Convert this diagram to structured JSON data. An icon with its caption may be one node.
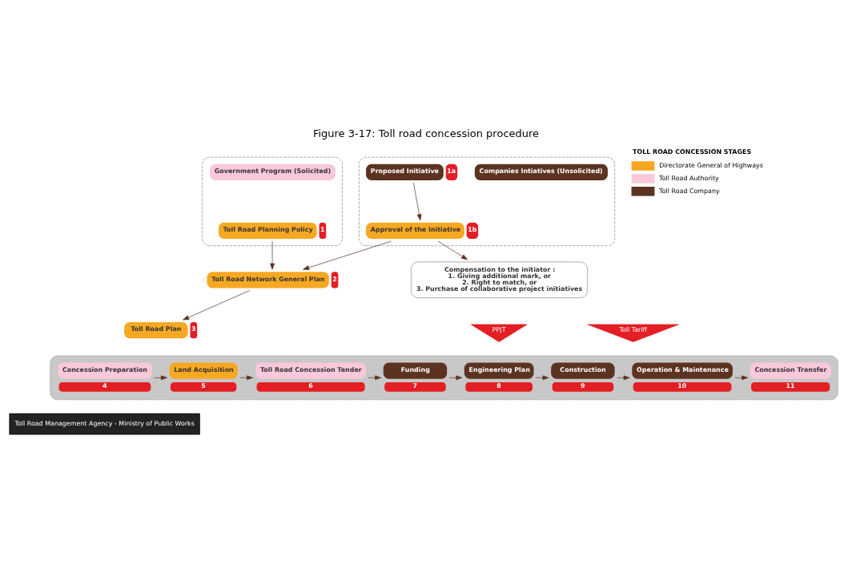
{
  "diagram": {
    "title": "Figure 3-17: Toll road concession procedure",
    "nodes": [
      {
        "text": [],
        "shape": "box"
      },
      {
        "text": [
          "Government Program (Solicited)"
        ],
        "in": 0
      },
      {
        "text": [
          "Toll Road Planning Policy"
        ],
        "in": 0,
        "beside": [
          "1"
        ]
      },
      {
        "text": [],
        "shape": "box"
      },
      {
        "text": [
          "Companies Intiatives (Unsolicited)"
        ],
        "in": 3
      },
      {
        "text": [
          "Proposed Initiative"
        ],
        "in": 3,
        "beside": [
          "1a"
        ]
      },
      {
        "text": [
          "Approval of the Initiative"
        ],
        "in": 3,
        "beside": [
          "1b"
        ]
      },
      {
        "text": [
          "Toll Road Network General Plan"
        ],
        "beside": [
          "2"
        ]
      },
      {
        "text": [
          "Toll Road Plan"
        ],
        "beside": [
          "3"
        ]
      },
      {
        "text": [
          "Compensation to the initiator :",
          "1. Giving additional mark, or",
          "2. Right to match, or",
          "3. Purchase of collaborative project initiatives"
        ]
      },
      {
        "text": [
          "PPJT"
        ]
      },
      {
        "text": [
          "Toll Tariff"
        ]
      },
      {
        "text": [],
        "shape": "bar"
      },
      {
        "text": [
          "Concession Preparation"
        ],
        "in": 12,
        "beside": [
          "4"
        ]
      },
      {
        "text": [
          "Land Acquisition"
        ],
        "in": 12,
        "beside": [
          "5"
        ]
      },
      {
        "text": [
          "Toll Road Concession Tender"
        ],
        "in": 12,
        "beside": [
          "6"
        ]
      },
      {
        "text": [
          "Funding"
        ],
        "in": 12,
        "beside": [
          "7"
        ]
      },
      {
        "text": [
          "Engineering Plan"
        ],
        "in": 12,
        "beside": [
          "8"
        ]
      },
      {
        "text": [
          "Construction"
        ],
        "in": 12,
        "beside": [
          "9"
        ]
      },
      {
        "text": [
          "Operation & Maintenance"
        ],
        "in": 12,
        "beside": [
          "10"
        ]
      },
      {
        "text": [
          "Concession Transfer"
        ],
        "in": 12,
        "beside": [
          "11"
        ]
      }
    ],
    "edges": [
      {
        "from": 2,
        "to": 7,
        "arrow": "to"
      },
      {
        "from": 5,
        "to": 6,
        "arrow": "to"
      },
      {
        "from": 6,
        "to": 7,
        "arrow": "to"
      },
      {
        "from": 6,
        "to": 9,
        "arrow": "to"
      },
      {
        "from": 7,
        "to": 8,
        "arrow": "to"
      },
      {
        "from": 13,
        "to": 14,
        "arrow": "to"
      },
      {
        "from": 14,
        "to": 15,
        "arrow": "to"
      },
      {
        "from": 15,
        "to": 16,
        "arrow": "to"
      },
      {
        "from": 16,
        "to": 17,
        "arrow": "to"
      },
      {
        "from": 17,
        "to": 18,
        "arrow": "to"
      },
      {
        "from": 18,
        "to": 19,
        "arrow": "to"
      },
      {
        "from": 19,
        "to": 20,
        "arrow": "to"
      }
    ],
    "labels": [
      "TOLL ROAD CONCESSION STAGES",
      "Toll Road Management Agency - Ministry of Public Works"
    ],
    "legend": [
      {
        "text": "Directorate General of Highways",
        "color": "#f7a823"
      },
      {
        "text": "Toll Road Authority",
        "color": "#f9c8da"
      },
      {
        "text": "Toll Road Company",
        "color": "#5c3321"
      }
    ]
  }
}
